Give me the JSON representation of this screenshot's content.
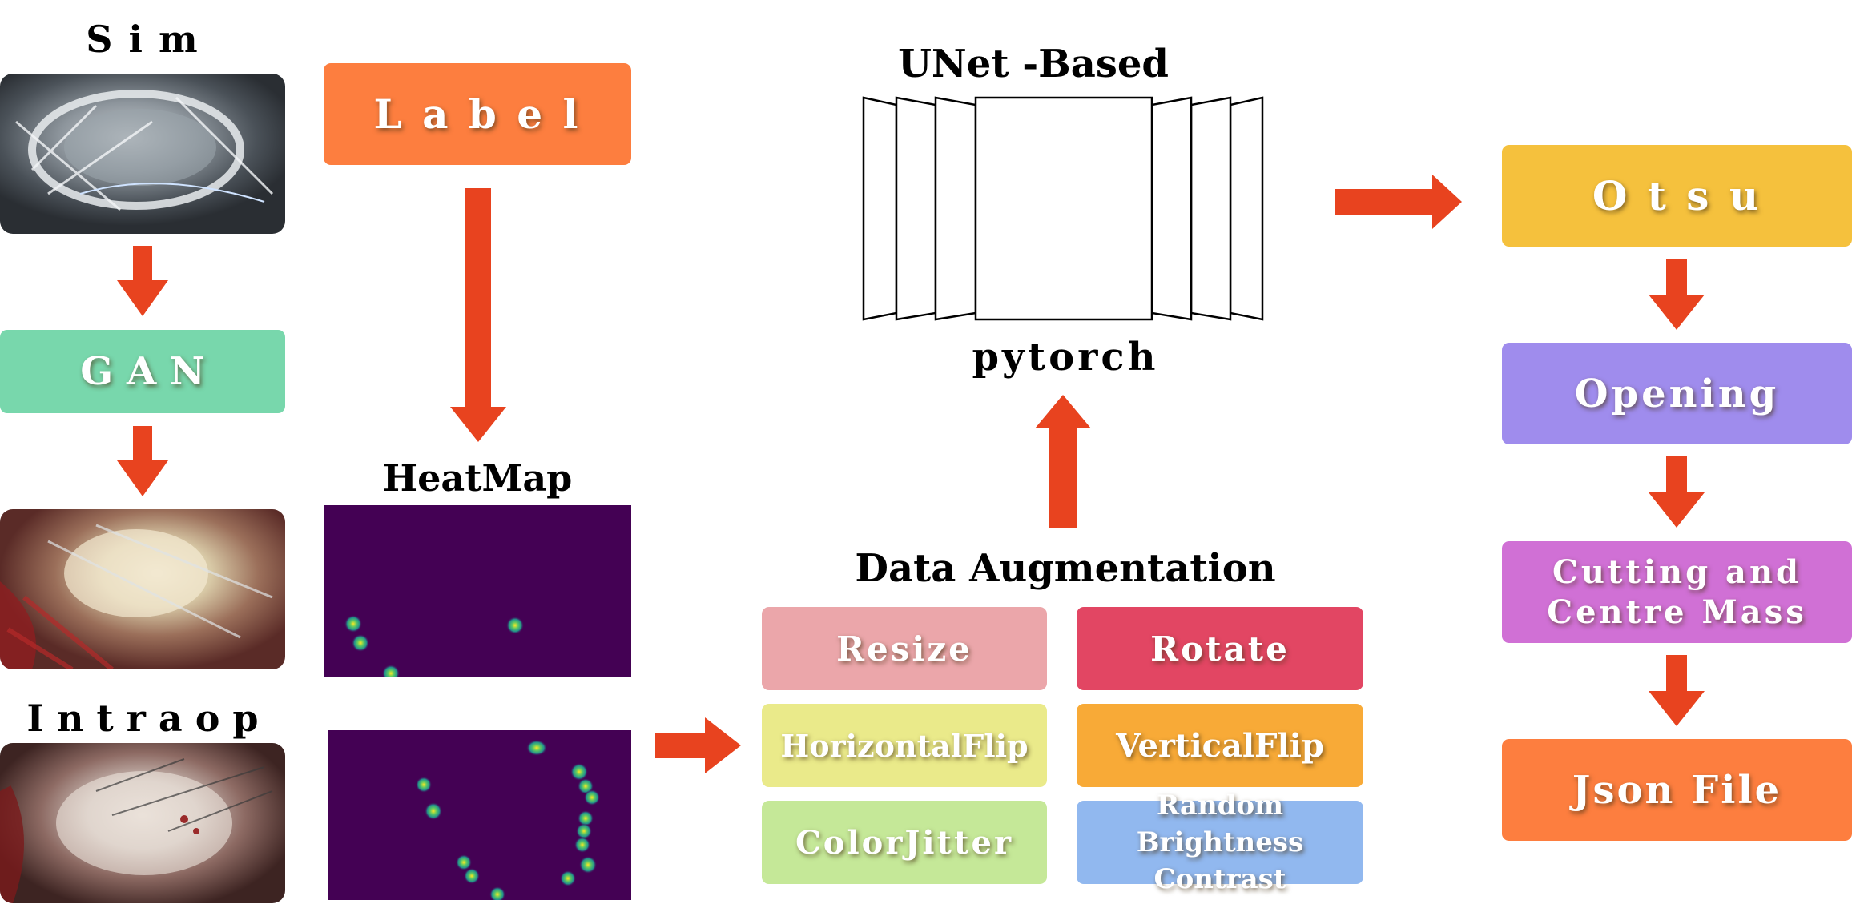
{
  "left": {
    "sim_label": "S i m",
    "gan_label": "G A N",
    "intraop_label": "I n t r a o p"
  },
  "label_box": "L a b e l",
  "heatmap_title": "HeatMap",
  "unet": {
    "title": "UNet  -Based",
    "framework": "pytorch"
  },
  "augmentation": {
    "title": "Data  Augmentation",
    "items": [
      {
        "label": "Resize",
        "color": "#eba6aa"
      },
      {
        "label": "Rotate",
        "color": "#e24663"
      },
      {
        "label": "HorizontalFlip",
        "color": "#eaea8a"
      },
      {
        "label": "VerticalFlip",
        "color": "#f8aa37"
      },
      {
        "label": "ColorJitter",
        "color": "#c5e898"
      },
      {
        "label": "Random Brightness Contrast",
        "color": "#91b8ef"
      }
    ]
  },
  "postprocess": {
    "otsu": "O t s u",
    "opening": "Opening",
    "cutting_line1": "Cutting  and",
    "cutting_line2": "Centre  Mass",
    "json_file": "Json  File"
  },
  "colors": {
    "arrow": "#e8431f",
    "label_box": "#fd7e3f",
    "gan_box": "#78d7ac",
    "otsu_box": "#f5c13d",
    "opening_box": "#9f8ced",
    "cutting_box": "#d070d5",
    "json_box": "#fd7e3f",
    "heatmap_bg": "#440154"
  }
}
